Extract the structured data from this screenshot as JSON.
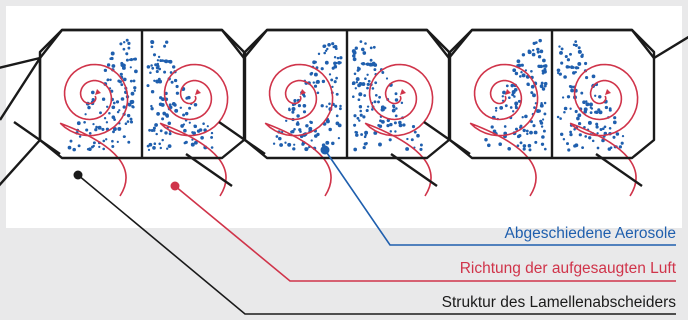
{
  "diagram": {
    "labels": {
      "aerosols": "Abgeschiedene Aerosole",
      "airflow": "Richtung der aufgesaugten Luft",
      "structure": "Struktur des Lamellenabscheiders"
    },
    "colors": {
      "background": "#e9e9ea",
      "panel": "#ffffff",
      "structure": "#1a1a1a",
      "airflow": "#d0344a",
      "aerosols": "#1f5fae"
    },
    "cell_count": 3
  }
}
